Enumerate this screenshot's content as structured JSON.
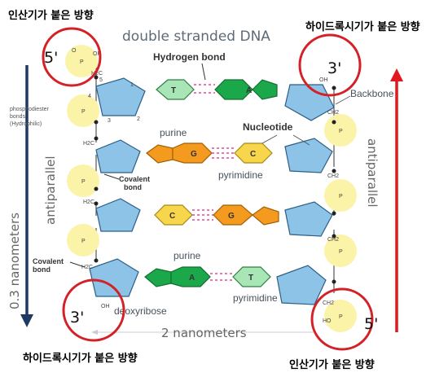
{
  "title": "double stranded DNA",
  "labels": {
    "phosphate_top_left": "인산기가 붙은 방향",
    "hydroxyl_top_right": "하이드록시기가 붙은 방향",
    "hydroxyl_bottom_left": "하이드록시기가 붙은 방향",
    "phosphate_bottom_right": "인산기가 붙은 방향",
    "hydrogen_bond": "Hydrogen bond",
    "backbone": "Backbone",
    "nucleotide": "Nucleotide",
    "purine_1": "purine",
    "pyrimidine_1": "pyrimidine",
    "purine_2": "purine",
    "pyrimidine_2": "pyrimidine",
    "covalent_bond_1": "Covalent",
    "covalent_bond_1b": "bond",
    "covalent_bond_2": "Covalent",
    "covalent_bond_2b": "bond",
    "phosphodiester_1": "phosphodiester",
    "phosphodiester_2": "bonds",
    "phosphodiester_3": "(Hydrophilic)",
    "antiparallel_left": "antiparallel",
    "antiparallel_right": "antiparallel",
    "nanometers_03": "0.3 nanometers",
    "nanometers_2": "2 nanometers",
    "deoxyribose": "deoxyribose"
  },
  "ends": {
    "top_left": "5'",
    "top_right": "3'",
    "bottom_left": "3'",
    "bottom_right": "5'"
  },
  "base_pairs": [
    {
      "left": "T",
      "right": "A"
    },
    {
      "left": "G",
      "right": "C"
    },
    {
      "left": "C",
      "right": "G"
    },
    {
      "left": "A",
      "right": "T"
    }
  ],
  "atoms": {
    "oh": "OH",
    "o": "O",
    "p": "P",
    "ho": "HO",
    "ch2": "CH2",
    "h2c": "H2C",
    "n1": "1",
    "n2": "2",
    "n3": "3",
    "n4": "4",
    "n5": "5"
  },
  "colors": {
    "circle": "#d42027",
    "arrow_down": "#1f3864",
    "arrow_up": "#e2171f",
    "sugar": "#8ec3e8",
    "phosphate": "#fbf3a8",
    "adenine": "#1ba84a",
    "thymine": "#a8e6b5",
    "guanine": "#f39a1f",
    "cytosine": "#f7d64c",
    "hbond": "#e24a9b"
  }
}
